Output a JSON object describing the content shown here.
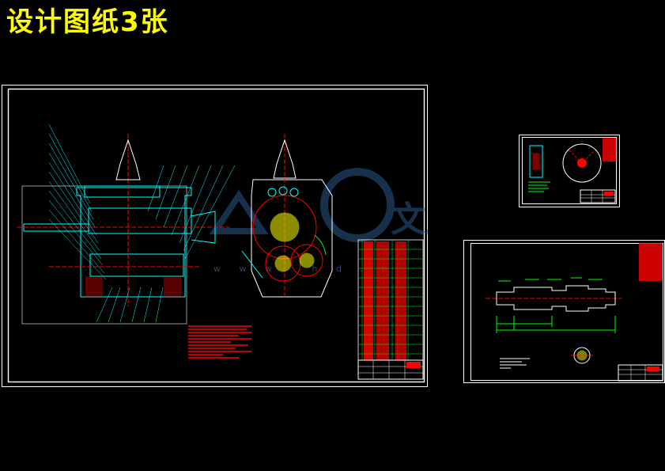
{
  "header": {
    "title": "设计图纸3张"
  },
  "watermark": {
    "brand_cn": "文库",
    "url_text": "w w w . h d . n"
  },
  "colors": {
    "frame": "#ffffff",
    "part": "#00ffff",
    "dim": "#00ff00",
    "mark": "#ff0000",
    "hatch": "#ffff00",
    "title": "#ffff00"
  }
}
